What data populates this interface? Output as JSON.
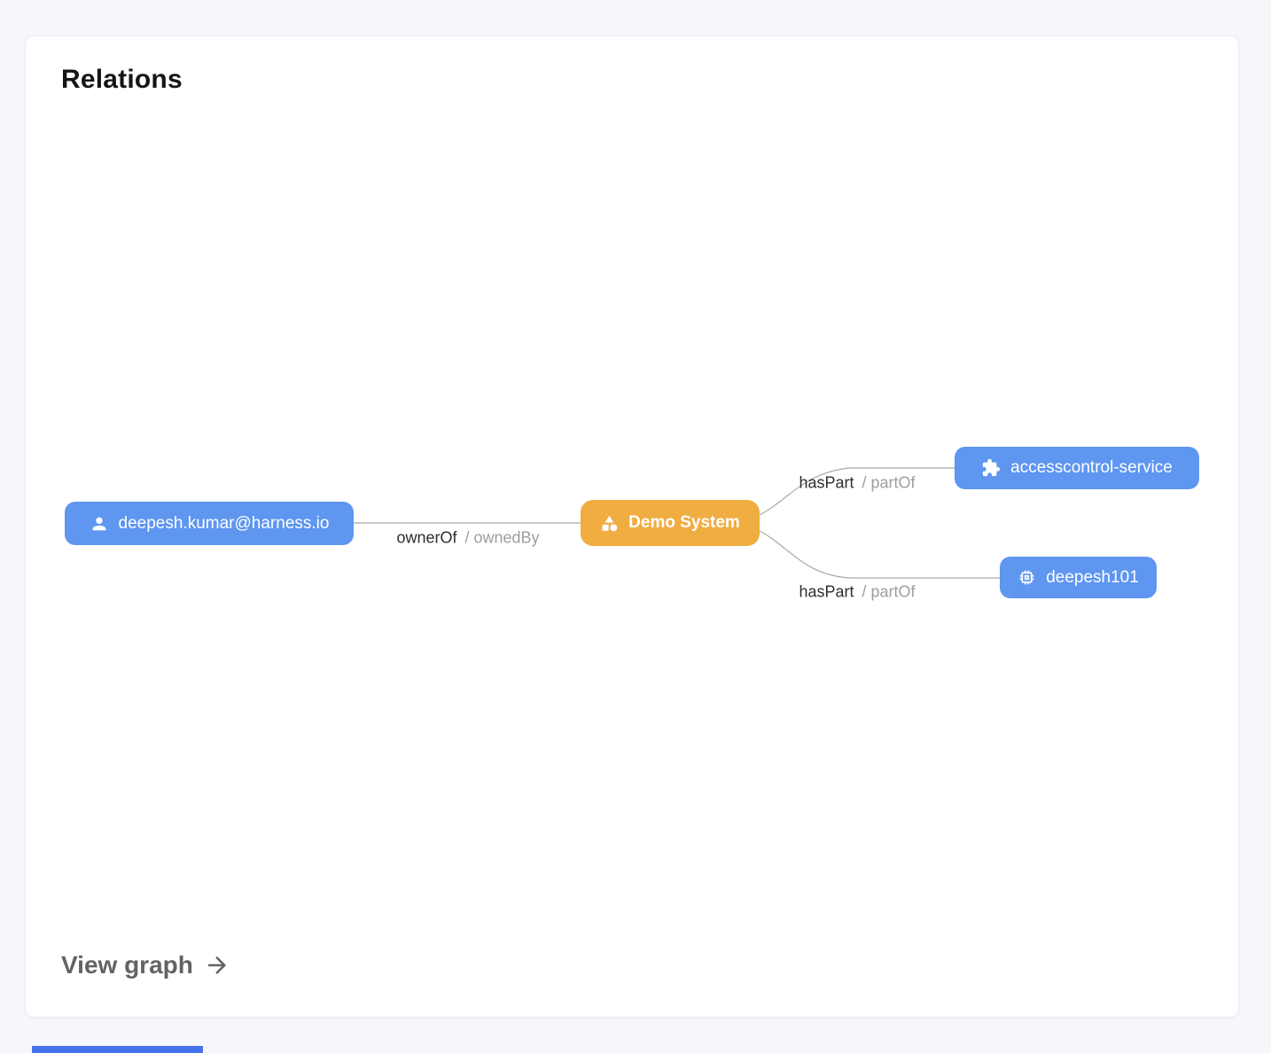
{
  "card": {
    "title": "Relations",
    "view_graph_label": "View graph"
  },
  "graph": {
    "nodes": [
      {
        "id": "user",
        "label": "deepesh.kumar@harness.io",
        "icon": "user-icon",
        "color": "#5e96f0"
      },
      {
        "id": "system",
        "label": "Demo System",
        "icon": "system-icon",
        "color": "#f0ad42"
      },
      {
        "id": "service",
        "label": "accesscontrol-service",
        "icon": "puzzle-icon",
        "color": "#5e96f0"
      },
      {
        "id": "component",
        "label": "deepesh101",
        "icon": "chip-icon",
        "color": "#5e96f0"
      }
    ],
    "edges": [
      {
        "from": "user",
        "to": "system",
        "label_primary": "ownerOf",
        "label_secondary": "/ ownedBy"
      },
      {
        "from": "system",
        "to": "service",
        "label_primary": "hasPart",
        "label_secondary": "/ partOf"
      },
      {
        "from": "system",
        "to": "component",
        "label_primary": "hasPart",
        "label_secondary": "/ partOf"
      }
    ]
  },
  "colors": {
    "node_blue": "#5e96f0",
    "node_orange": "#f0ad42",
    "edge_line": "#a9a9a9",
    "label_secondary": "#9e9e9e",
    "accent_strip": "#4472e8"
  }
}
